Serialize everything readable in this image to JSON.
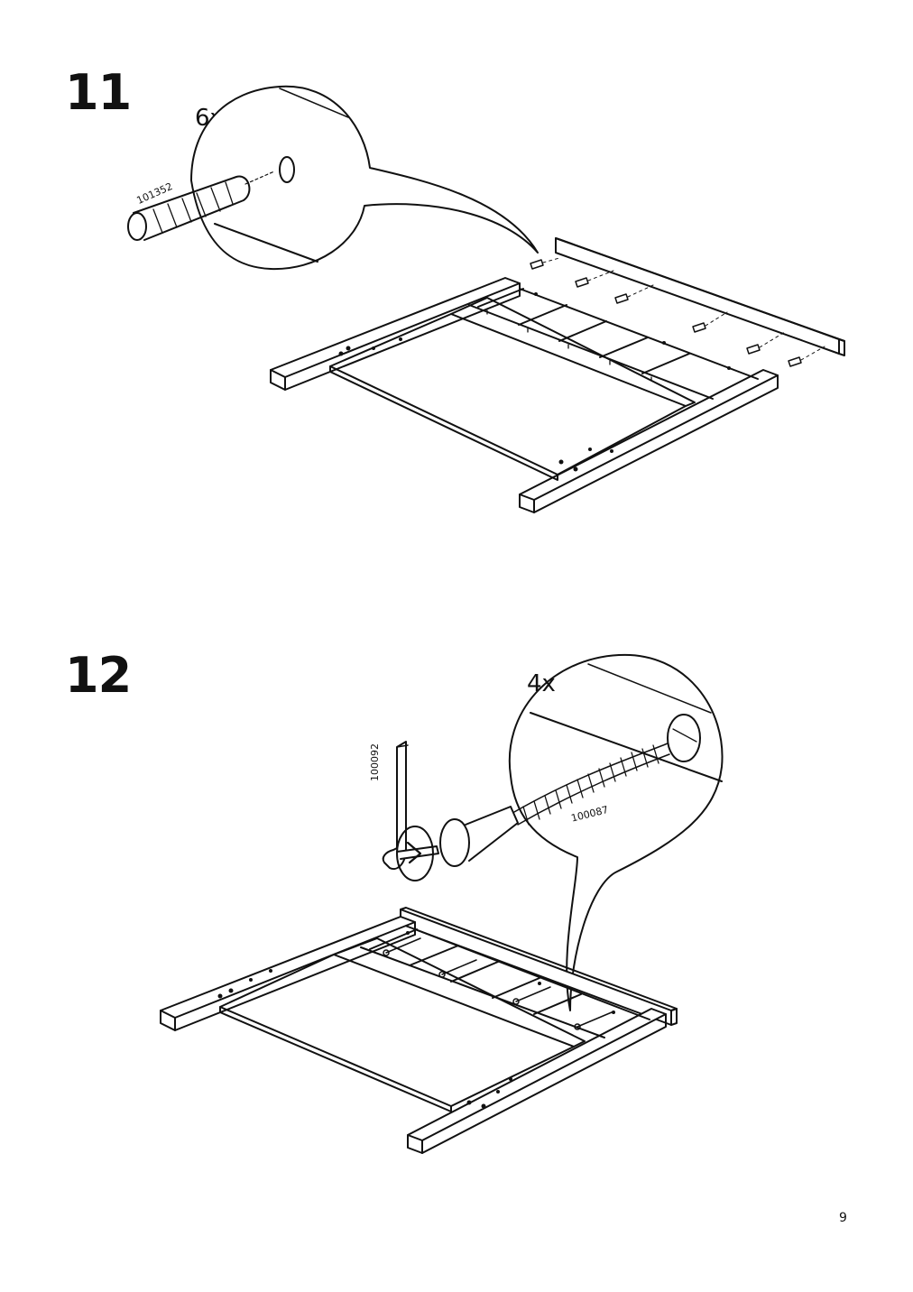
{
  "steps": [
    {
      "number": "11",
      "quantity": "6x",
      "part_numbers": [
        "101352"
      ]
    },
    {
      "number": "12",
      "quantity": "4x",
      "part_numbers": [
        "100092",
        "100087"
      ]
    }
  ],
  "page": {
    "number": "9"
  }
}
